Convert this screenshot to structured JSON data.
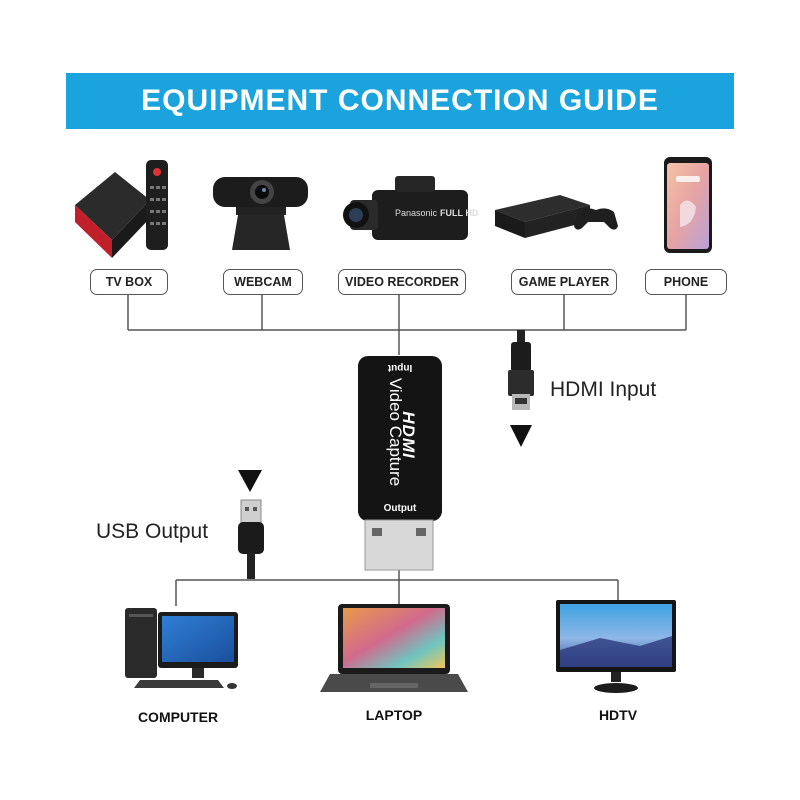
{
  "banner": {
    "title": "EQUIPMENT CONNECTION GUIDE",
    "color": "#1aa3dc"
  },
  "inputs": [
    {
      "label": "TV BOX",
      "icon": "tv-box-icon"
    },
    {
      "label": "WEBCAM",
      "icon": "webcam-icon"
    },
    {
      "label": "VIDEO RECORDER",
      "icon": "video-recorder-icon"
    },
    {
      "label": "GAME PLAYER",
      "icon": "game-console-icon"
    },
    {
      "label": "PHONE",
      "icon": "phone-icon"
    }
  ],
  "capture_device": {
    "logo": "HDMI",
    "name": "Video Capture",
    "input_label": "Input",
    "output_label": "Output"
  },
  "connectors": {
    "hdmi_label": "HDMI Input",
    "usb_label": "USB Output"
  },
  "outputs": [
    {
      "label": "COMPUTER",
      "icon": "computer-icon"
    },
    {
      "label": "LAPTOP",
      "icon": "laptop-icon"
    },
    {
      "label": "HDTV",
      "icon": "hdtv-icon"
    }
  ]
}
